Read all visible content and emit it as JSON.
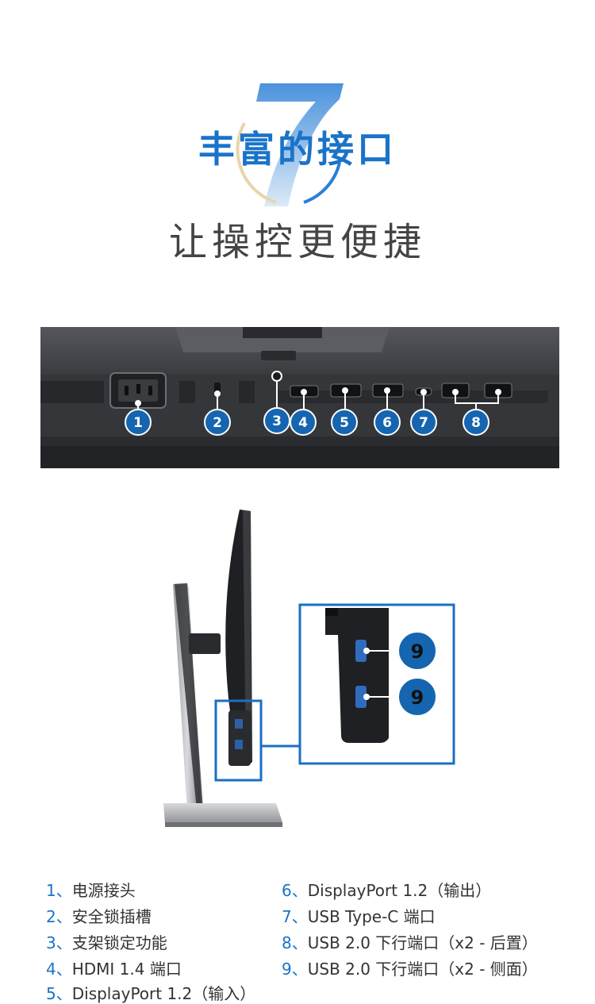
{
  "hero": {
    "big_digit": "7",
    "headline": "丰富的接口",
    "subline": "让操控更便捷"
  },
  "rear_panel": {
    "callouts": [
      "1",
      "2",
      "3",
      "4",
      "5",
      "6",
      "7",
      "8"
    ]
  },
  "side_view": {
    "callouts": [
      "9",
      "9"
    ]
  },
  "legend": {
    "left": [
      {
        "num": "1、",
        "text": "电源接头"
      },
      {
        "num": "2、",
        "text": "安全锁插槽"
      },
      {
        "num": "3、",
        "text": "支架锁定功能"
      },
      {
        "num": "4、",
        "text": "HDMI 1.4 端口"
      },
      {
        "num": "5、",
        "text": "DisplayPort 1.2（输入）"
      }
    ],
    "right": [
      {
        "num": "6、",
        "text": "DisplayPort 1.2（输出）"
      },
      {
        "num": "7、",
        "text": "USB Type-C 端口"
      },
      {
        "num": "8、",
        "text": "USB 2.0 下行端口（x2 - 后置）"
      },
      {
        "num": "9、",
        "text": "USB 2.0 下行端口（x2 - 侧面）"
      }
    ]
  },
  "colors": {
    "accent": "#1a73c8",
    "callout_fill": "#1565b0",
    "frame_blue": "#1a6fc4"
  }
}
